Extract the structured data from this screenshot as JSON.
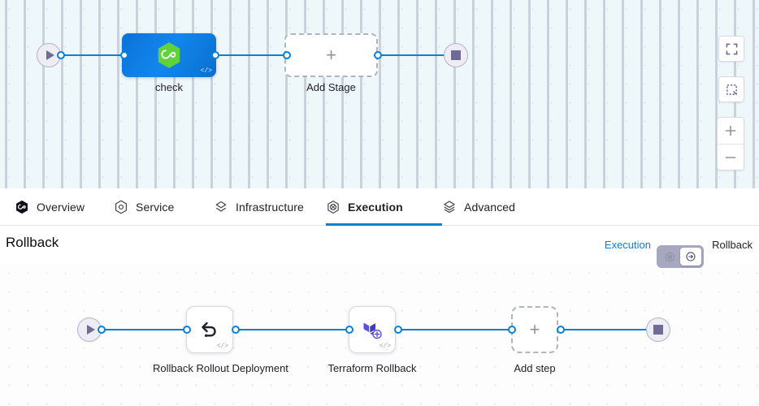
{
  "top_canvas": {
    "name": "pipeline-stage-canvas",
    "background_color": "#eef7fa",
    "start_node_label": "",
    "stages": [
      {
        "label": "check",
        "type": "custom-stage",
        "icon": "harness-hexagon-icon",
        "badge": "</>",
        "selected": true,
        "color": "#0b72d8"
      },
      {
        "label": "Add Stage",
        "type": "add-stage-placeholder",
        "icon": "plus-icon"
      }
    ],
    "controls": [
      {
        "name": "fit-to-screen-button",
        "icon": "expand-icon"
      },
      {
        "name": "selection-box-button",
        "icon": "dashed-square-icon"
      },
      {
        "name": "zoom-in-button",
        "icon": "plus-icon",
        "label": "+"
      },
      {
        "name": "zoom-out-button",
        "icon": "minus-icon",
        "label": "−"
      }
    ]
  },
  "tabs": [
    {
      "label": "Overview",
      "icon": "harness-hexagon-icon",
      "active": false
    },
    {
      "label": "Service",
      "icon": "service-hexagon-icon",
      "active": false
    },
    {
      "label": "Infrastructure",
      "icon": "layers-icon",
      "active": false
    },
    {
      "label": "Execution",
      "icon": "execution-icon",
      "active": true
    },
    {
      "label": "Advanced",
      "icon": "advanced-layers-icon",
      "active": false
    }
  ],
  "rollback_header": {
    "title": "Rollback",
    "execution_link": "Execution",
    "rollback_label": "Rollback",
    "toggle_state": "rollback",
    "accent_color": "#0b7fd4",
    "toggle_track_color": "#a7a8c0"
  },
  "bottom_canvas": {
    "name": "rollback-step-canvas",
    "steps": [
      {
        "label": "Rollback Rollout Deployment",
        "icon": "undo-arrow-icon",
        "badge": "</>",
        "type": "step"
      },
      {
        "label": "Terraform Rollback",
        "icon": "terraform-icon",
        "badge": "</>",
        "type": "step"
      },
      {
        "label": "Add step",
        "icon": "plus-icon",
        "type": "add-step-placeholder"
      }
    ]
  }
}
